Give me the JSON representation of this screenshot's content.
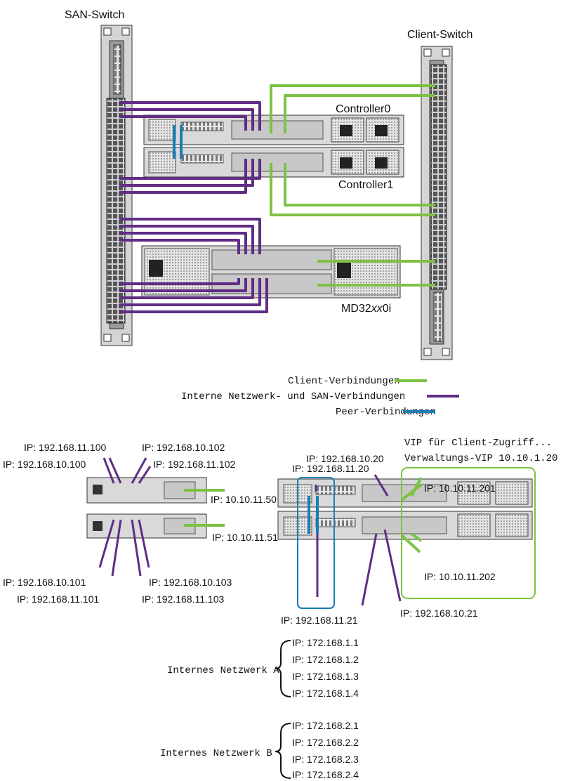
{
  "colors": {
    "client": "#7dc242",
    "internal": "#5f2d83",
    "peer": "#1a7db4",
    "device_fill": "#d9d9d9",
    "device_dark": "#3a3a3a"
  },
  "top_diagram": {
    "san_switch_label": "SAN-Switch",
    "client_switch_label": "Client-Switch",
    "controller0_label": "Controller0",
    "controller1_label": "Controller1",
    "storage_label_prefix": "MD32",
    "storage_label_italic": "xx",
    "storage_label_suffix": "0i"
  },
  "legend": {
    "client": "Client-Verbindungen",
    "internal": "Interne Netzwerk- und SAN-Verbindungen",
    "peer": "Peer-Verbindungen"
  },
  "bottom_left": {
    "ip_11_100": "IP: 192.168.11.100",
    "ip_10_102": "IP: 192.168.10.102",
    "ip_10_100": "IP: 192.168.10.100",
    "ip_11_102": "IP: 192.168.11.102",
    "ip_client_50": "IP: 10.10.11.50",
    "ip_client_51": "IP: 10.10.11.51",
    "ip_10_101": "IP: 192.168.10.101",
    "ip_10_103": "IP: 192.168.10.103",
    "ip_11_101": "IP: 192.168.11.101",
    "ip_11_103": "IP: 192.168.11.103"
  },
  "bottom_right": {
    "vip_client": "VIP für Client-Zugriff...",
    "vip_admin": "Verwaltungs-VIP 10.10.1.20",
    "ip_10_20": "IP: 192.168.10.20",
    "ip_11_20": "IP: 192.168.11.20",
    "ip_client_201": "IP: 10.10.11.201",
    "ip_client_202": "IP: 10.10.11.202",
    "ip_11_21": "IP: 192.168.11.21",
    "ip_10_21": "IP: 192.168.10.21"
  },
  "internal_networks": [
    {
      "label": "Internes Netzwerk A",
      "ips": [
        "IP: 172.168.1.1",
        "IP: 172.168.1.2",
        "IP: 172.168.1.3",
        "IP: 172.168.1.4"
      ]
    },
    {
      "label": "Internes Netzwerk B",
      "ips": [
        "IP: 172.168.2.1",
        "IP: 172.168.2.2",
        "IP: 172.168.2.3",
        "IP: 172.168.2.4"
      ]
    }
  ]
}
